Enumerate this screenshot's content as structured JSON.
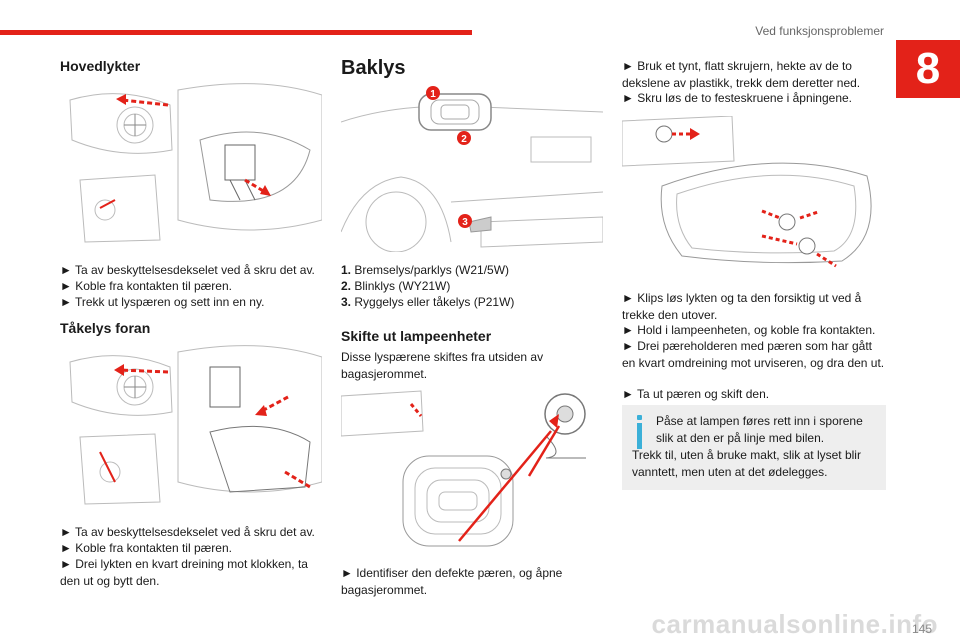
{
  "header": {
    "running_head": "Ved funksjonsproblemer",
    "chapter": "8",
    "accent": "#e32219"
  },
  "col1": {
    "hovedlykter_title": "Hovedlykter",
    "hovedlykter_steps": [
      "► Ta av beskyttelsesdekselet ved å skru det av.",
      "► Koble fra kontakten til pæren.",
      "► Trekk ut lyspæren og sett inn en ny."
    ],
    "takelys_title": "Tåkelys foran",
    "takelys_steps": [
      "► Ta av beskyttelsesdekselet ved å skru det av.",
      "► Koble fra kontakten til pæren.",
      "► Drei lykten en kvart dreining mot klokken, ta den ut og bytt den."
    ]
  },
  "col2": {
    "baklys_title": "Baklys",
    "callouts": [
      "1",
      "2",
      "3"
    ],
    "legend": [
      {
        "num": "1.",
        "text": "Bremselys/parklys (W21/5W)"
      },
      {
        "num": "2.",
        "text": "Blinklys (WY21W)"
      },
      {
        "num": "3.",
        "text": "Ryggelys eller tåkelys (P21W)"
      }
    ],
    "skifte_title": "Skifte ut lampeenheter",
    "skifte_text": "Disse lyspærene skiftes fra utsiden av bagasjerommet.",
    "identify_text": "► Identifiser den defekte pæren, og åpne bagasjerommet."
  },
  "col3": {
    "steps_top": [
      "► Bruk et tynt, flatt skrujern, hekte av de to dekslene av plastikk, trekk dem deretter ned.",
      "► Skru løs de to festeskruene i åpningene."
    ],
    "steps_bottom": [
      "► Klips løs lykten og ta den forsiktig ut ved å trekke den utover.",
      "► Hold i lampeenheten, og koble fra kontakten.",
      "► Drei pæreholderen med pæren som har gått en kvart omdreining mot urviseren, og dra den ut.",
      "► Ta ut pæren og skift den."
    ],
    "note_icon": "info-icon",
    "note_first": "Påse at lampen føres rett inn i sporene slik at den er på linje med bilen.",
    "note_rest": "Trekk til, uten å bruke makt, slik at lyset blir vanntett, men uten at det ødelegges."
  },
  "footer": {
    "page_number": "145",
    "watermark": "carmanualsonline.info"
  }
}
